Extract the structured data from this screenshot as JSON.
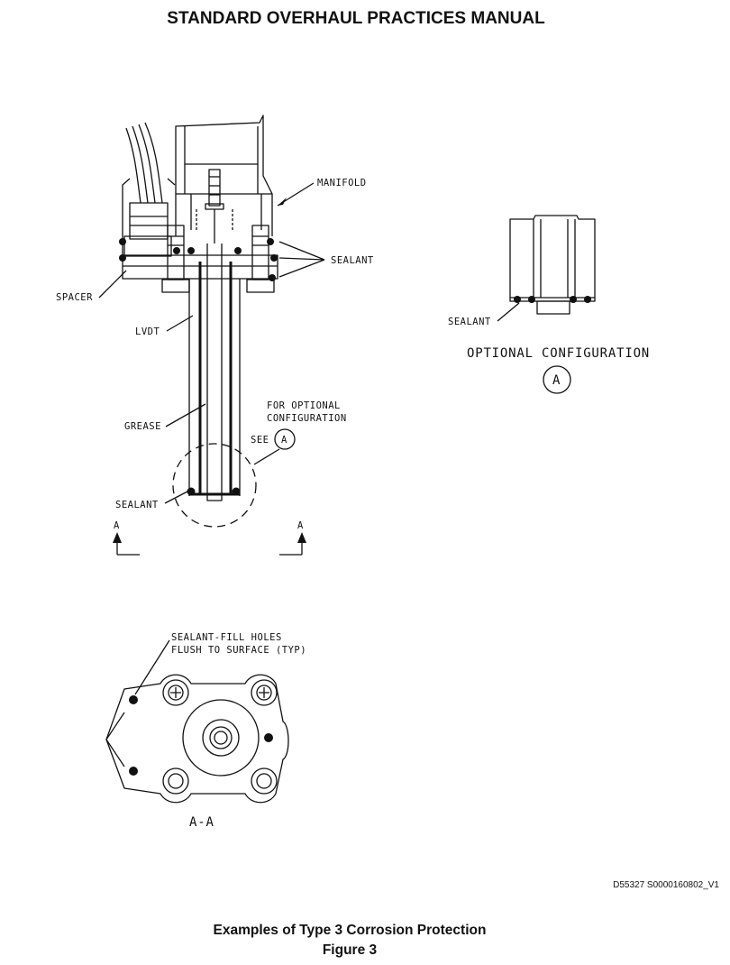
{
  "header": {
    "title": "STANDARD OVERHAUL PRACTICES MANUAL"
  },
  "labels": {
    "manifold": "MANIFOLD",
    "sealant": "SEALANT",
    "spacer": "SPACER",
    "lvdt": "LVDT",
    "grease": "GREASE",
    "for_optional_line1": "FOR OPTIONAL",
    "for_optional_line2": "CONFIGURATION",
    "see": "SEE",
    "section_letter": "A",
    "sealant_fill_line1": "SEALANT-FILL HOLES",
    "sealant_fill_line2": "FLUSH TO SURFACE (TYP)",
    "section_view": "A-A"
  },
  "optional_view": {
    "title": "OPTIONAL CONFIGURATION",
    "detail_letter": "A"
  },
  "footer": {
    "drawing_id": "D55327 S0000160802_V1",
    "caption": "Examples of Type 3 Corrosion Protection",
    "figure": "Figure 3"
  }
}
